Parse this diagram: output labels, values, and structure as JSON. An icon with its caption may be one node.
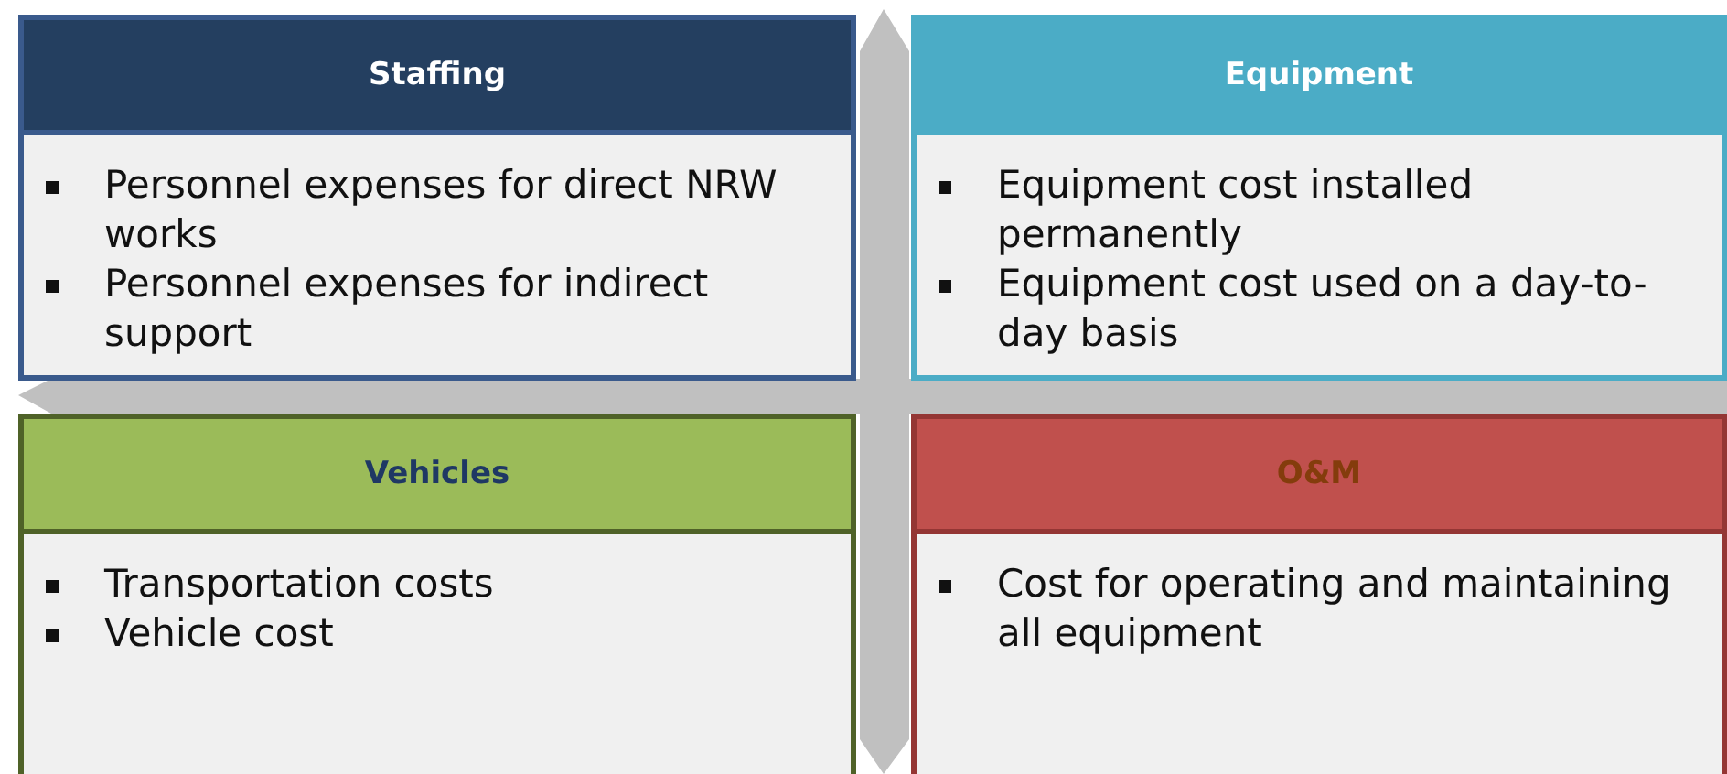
{
  "diagram": {
    "nodes": [
      {
        "text": [
          "Staffing",
          "Personnel expenses for direct NRW works",
          "Personnel expenses for indirect support"
        ]
      },
      {
        "text": [
          "Equipment",
          "Equipment cost installed permanently",
          "Equipment cost used on a day-to-day basis"
        ]
      },
      {
        "text": [
          "Vehicles",
          "Transportation costs",
          "Vehicle cost"
        ]
      },
      {
        "text": [
          "O&M",
          "Cost for operating and maintaining all equipment"
        ]
      }
    ],
    "edges": []
  }
}
